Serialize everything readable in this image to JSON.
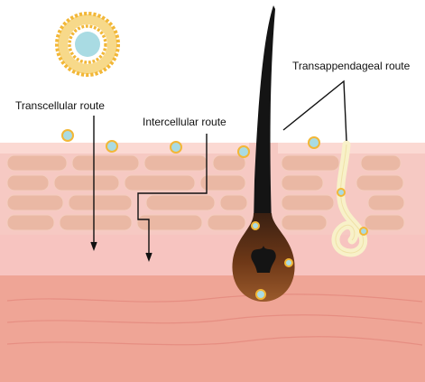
{
  "labels": {
    "transcellular": "Transcellular route",
    "intercellular": "Intercellular route",
    "transappendageal": "Transappendageal route"
  },
  "colors": {
    "stratum_corneum_bg": "#f6c9c3",
    "corneocyte": "#eab8a4",
    "viable_epidermis": "#f7c4c0",
    "dermis": "#efa596",
    "dermis_line": "#e68e82",
    "skin_surface": "#fbd9d3",
    "liposome_head": "#f2b737",
    "liposome_tail": "#f7d98a",
    "liposome_core": "#a9dbe3",
    "hair_dark": "#111111",
    "hair_bulb": "#7a3e1c",
    "sweat_gland": "#f8f1c9",
    "particle": "#a9dbe3",
    "particle_ring": "#f2b737",
    "route_line": "#111111"
  },
  "icons": [
    "liposome-icon",
    "hair-follicle-icon",
    "sweat-gland-icon",
    "nanoparticle-icon"
  ]
}
